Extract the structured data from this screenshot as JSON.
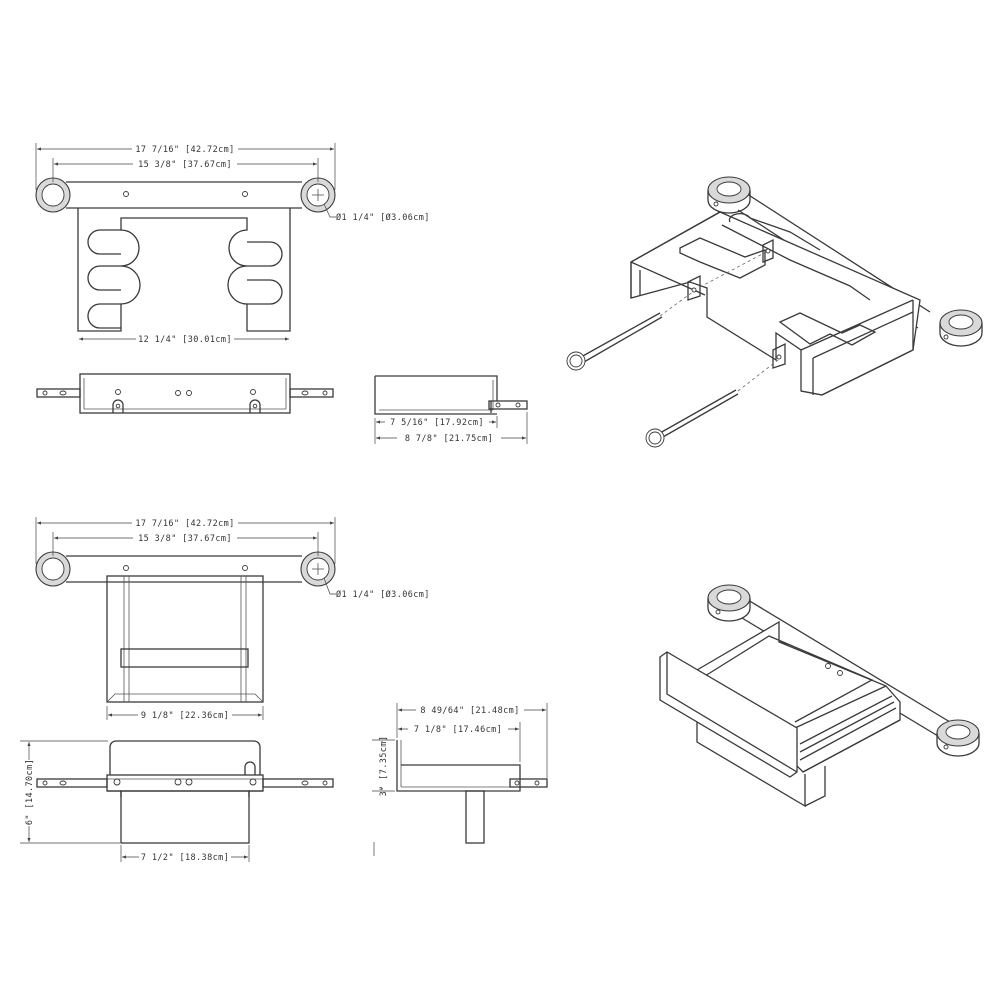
{
  "dimensions": {
    "top_overall_width": "17 7/16\" [42.72cm]",
    "top_center_spacing": "15 3/8\" [37.67cm]",
    "top_clamp_diameter": "Ø1 1/4\" [Ø3.06cm]",
    "top_tray_width": "12 1/4\" [30.01cm]",
    "top_side_inner_depth": "7 5/16\" [17.92cm]",
    "top_side_outer_depth": "8 7/8\" [21.75cm]",
    "bottom_overall_width": "17 7/16\" [42.72cm]",
    "bottom_center_spacing": "15 3/8\" [37.67cm]",
    "bottom_clamp_diameter": "Ø1 1/4\" [Ø3.06cm]",
    "bottom_tray_width": "9 1/8\" [22.36cm]",
    "bottom_front_width": "7 1/2\" [18.38cm]",
    "bottom_front_height": "6\" [14.70cm]",
    "bottom_side_outer_depth": "8 49/64\" [21.48cm]",
    "bottom_side_inner_depth": "7 1/8\" [17.46cm]",
    "bottom_side_height": "3\" [7.35cm]"
  }
}
